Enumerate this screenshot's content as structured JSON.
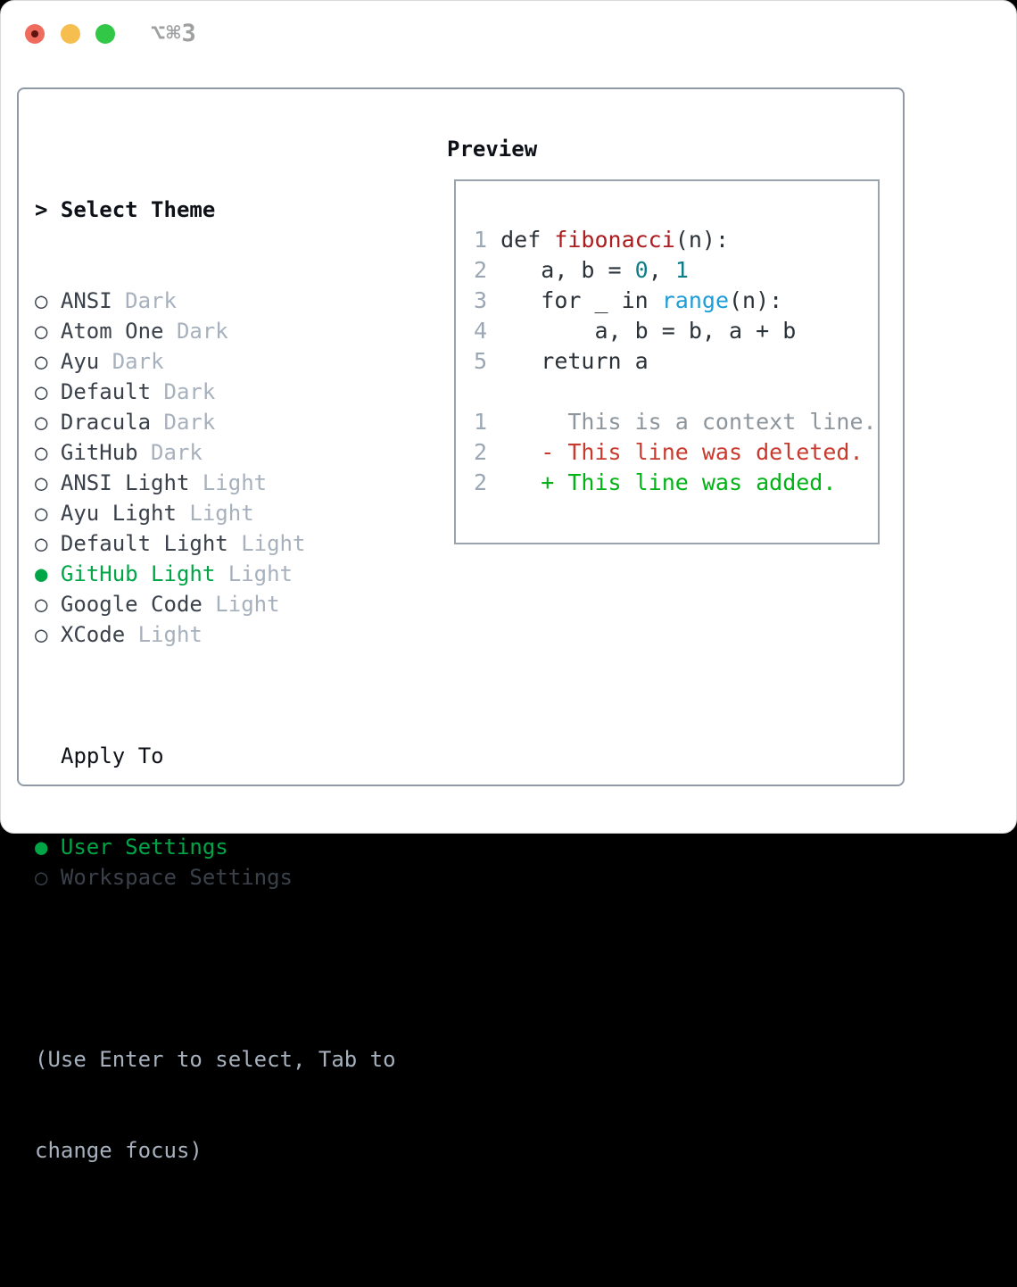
{
  "titlebar": {
    "shortcut": "⌥⌘3"
  },
  "colors": {
    "header_text": "#0d1117",
    "name": "#3a414b",
    "muted": "#a7b1bd",
    "linenum": "#9ba7b4",
    "context": "#8d959d",
    "accent": "#00a546",
    "added": "#00b215",
    "deleted": "#c93a2e",
    "func": "#ac1b1e",
    "number_literal": "#0d7d89",
    "builtin": "#1e9cd7",
    "code": "#2a3138",
    "shortcut": "#9ea0a2",
    "panel_border": "#909aa6",
    "preview_border": "#9aa3ae",
    "traffic_red": "#ef6b5e",
    "traffic_yellow": "#f6be4f",
    "traffic_green": "#33c748"
  },
  "sidebar": {
    "header_marker": ">",
    "header": "Select Theme",
    "radio_unselected": "○",
    "radio_selected": "●",
    "themes": [
      {
        "name": "ANSI",
        "type": "Dark",
        "selected": false
      },
      {
        "name": "Atom One",
        "type": "Dark",
        "selected": false
      },
      {
        "name": "Ayu",
        "type": "Dark",
        "selected": false
      },
      {
        "name": "Default",
        "type": "Dark",
        "selected": false
      },
      {
        "name": "Dracula",
        "type": "Dark",
        "selected": false
      },
      {
        "name": "GitHub",
        "type": "Dark",
        "selected": false
      },
      {
        "name": "ANSI Light",
        "type": "Light",
        "selected": false
      },
      {
        "name": "Ayu Light",
        "type": "Light",
        "selected": false
      },
      {
        "name": "Default Light",
        "type": "Light",
        "selected": false
      },
      {
        "name": "GitHub Light",
        "type": "Light",
        "selected": true
      },
      {
        "name": "Google Code",
        "type": "Light",
        "selected": false
      },
      {
        "name": "XCode",
        "type": "Light",
        "selected": false
      }
    ],
    "apply_to": {
      "header": "Apply To",
      "options": [
        {
          "name": "User Settings",
          "selected": true
        },
        {
          "name": "Workspace Settings",
          "selected": false
        }
      ]
    },
    "hint_lines": [
      "(Use Enter to select, Tab to",
      "change focus)"
    ]
  },
  "preview": {
    "title": "Preview",
    "lines": [
      {
        "num": "1",
        "segments": [
          {
            "t": " def ",
            "c": "code"
          },
          {
            "t": "fibonacci",
            "c": "func"
          },
          {
            "t": "(n):",
            "c": "code"
          }
        ]
      },
      {
        "num": "2",
        "segments": [
          {
            "t": "    a, b = ",
            "c": "code"
          },
          {
            "t": "0",
            "c": "number_literal"
          },
          {
            "t": ", ",
            "c": "code"
          },
          {
            "t": "1",
            "c": "number_literal"
          }
        ]
      },
      {
        "num": "3",
        "segments": [
          {
            "t": "    for _ in ",
            "c": "code"
          },
          {
            "t": "range",
            "c": "builtin"
          },
          {
            "t": "(n):",
            "c": "code"
          }
        ]
      },
      {
        "num": "4",
        "segments": [
          {
            "t": "        a, b = b, a + b",
            "c": "code"
          }
        ]
      },
      {
        "num": "5",
        "segments": [
          {
            "t": "    return a",
            "c": "code"
          }
        ]
      },
      {
        "num": "",
        "segments": []
      },
      {
        "num": "1",
        "segments": [
          {
            "t": "      This is a context line.",
            "c": "context"
          }
        ]
      },
      {
        "num": "2",
        "segments": [
          {
            "t": "    - This line was deleted.",
            "c": "deleted"
          }
        ]
      },
      {
        "num": "2",
        "segments": [
          {
            "t": "    + This line was added.",
            "c": "added"
          }
        ]
      }
    ]
  }
}
